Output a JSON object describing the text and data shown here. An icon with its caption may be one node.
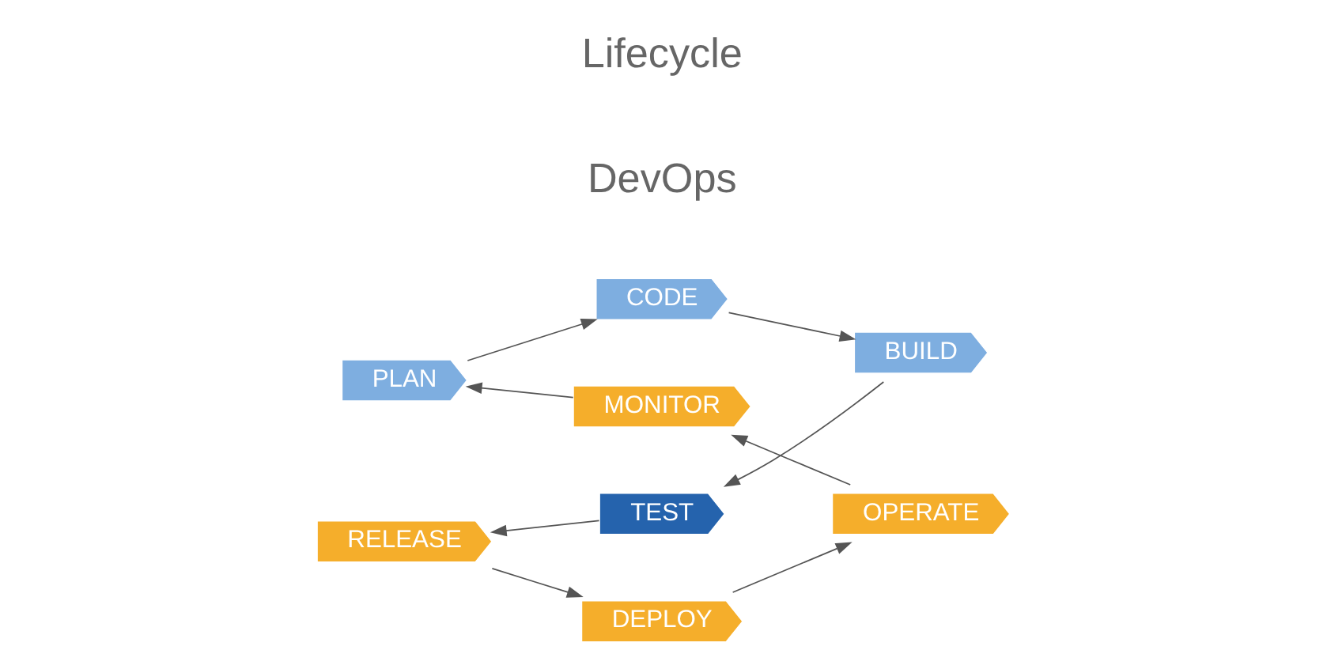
{
  "diagram": {
    "nodes": [
      {
        "text": [
          "PLAN"
        ]
      },
      {
        "text": [
          "CODE"
        ]
      },
      {
        "text": [
          "BUILD"
        ]
      },
      {
        "text": [
          "TEST"
        ]
      },
      {
        "text": [
          "RELEASE"
        ]
      },
      {
        "text": [
          "DEPLOY"
        ]
      },
      {
        "text": [
          "OPERATE"
        ]
      },
      {
        "text": [
          "MONITOR"
        ]
      }
    ],
    "edges": [
      {
        "from": 0,
        "to": 1,
        "arrow": "to"
      },
      {
        "from": 1,
        "to": 2,
        "arrow": "to"
      },
      {
        "from": 2,
        "to": 3,
        "arrow": "to"
      },
      {
        "from": 3,
        "to": 4,
        "arrow": "to"
      },
      {
        "from": 4,
        "to": 5,
        "arrow": "to"
      },
      {
        "from": 5,
        "to": 6,
        "arrow": "to"
      },
      {
        "from": 6,
        "to": 7,
        "arrow": "to"
      },
      {
        "from": 7,
        "to": 0,
        "arrow": "to"
      }
    ],
    "labels": [
      "DevOps",
      "Lifecycle"
    ]
  }
}
